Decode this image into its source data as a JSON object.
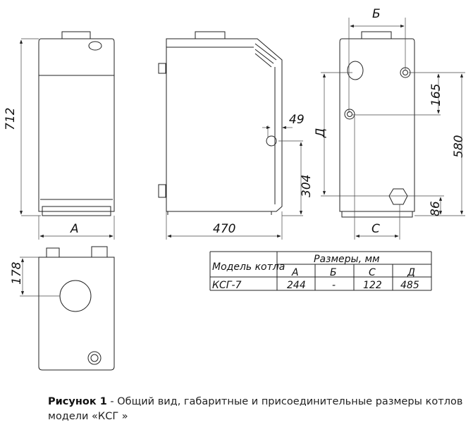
{
  "dimensions": {
    "height_total": "712",
    "width_a": "A",
    "depth": "470",
    "offset_49": "49",
    "height_304": "304",
    "width_b": "Б",
    "dim_165": "165",
    "dim_580": "580",
    "dim_86": "86",
    "dim_d": "Д",
    "width_c": "C",
    "top_178": "178"
  },
  "table": {
    "model_header": "Модель котла",
    "sizes_header": "Размеры, мм",
    "columns": [
      "A",
      "Б",
      "C",
      "Д"
    ],
    "rows": [
      {
        "model": "КСГ-7",
        "values": [
          "244",
          "-",
          "122",
          "485"
        ]
      }
    ]
  },
  "caption": {
    "figure_label": "Рисунок 1",
    "text": " - Общий вид, габаритные и присоединительные размеры котлов модели «КСГ »"
  }
}
